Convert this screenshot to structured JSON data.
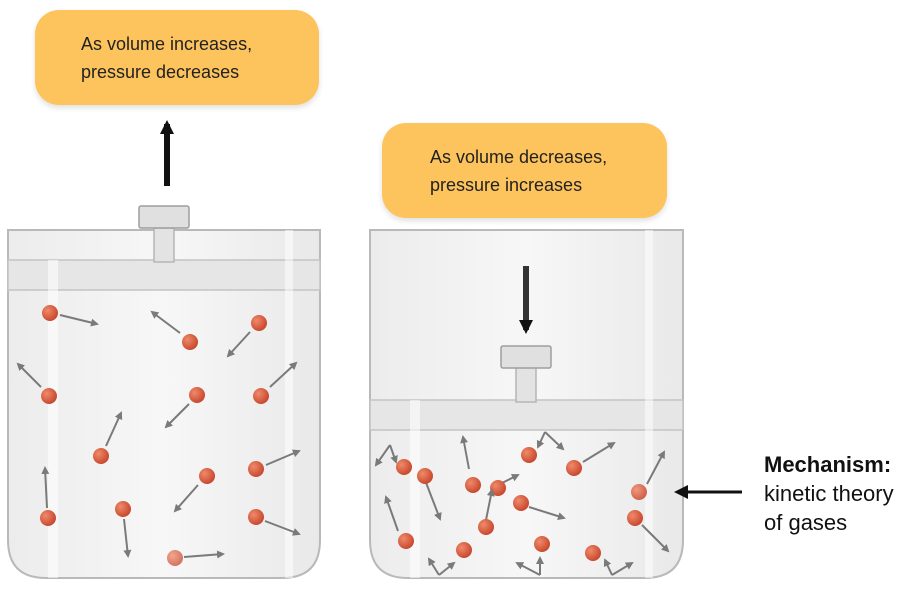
{
  "colors": {
    "callout_fill": "#fdc35c",
    "particle": "#d95a3e",
    "arrow": "#7a7a7a",
    "container_fill": "#f1f1f1",
    "outline": "#b9b9b9"
  },
  "callouts": {
    "left": {
      "line1": "As volume increases,",
      "line2": "pressure decreases"
    },
    "right": {
      "line1": "As volume decreases,",
      "line2": "pressure increases"
    }
  },
  "mechanism": {
    "title": "Mechanism:",
    "line1": "kinetic theory",
    "line2": "of gases"
  }
}
